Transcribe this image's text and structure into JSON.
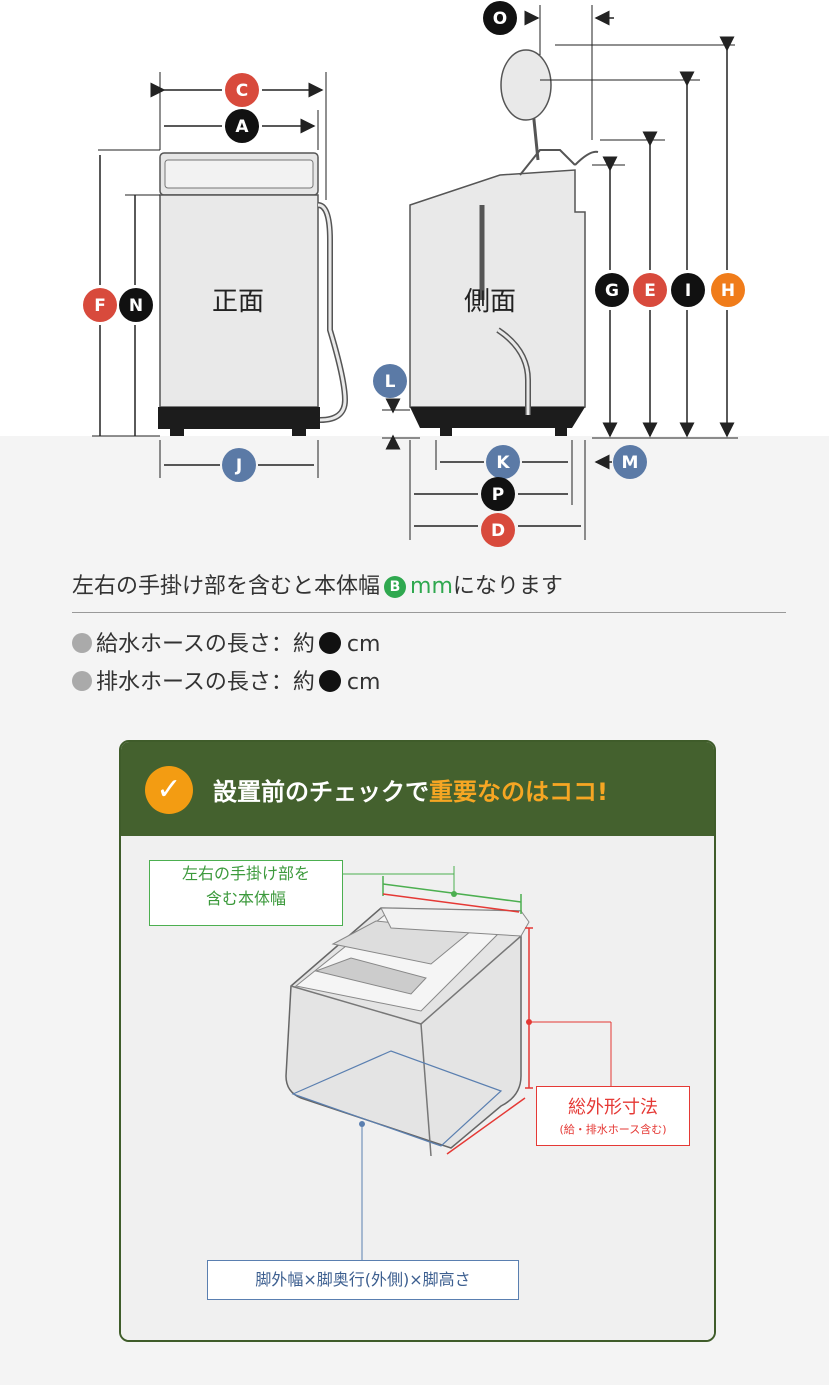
{
  "diagram": {
    "front_label": "正面",
    "side_label": "側面",
    "dimension_letters": {
      "A": "A",
      "C": "C",
      "F": "F",
      "N": "N",
      "J": "J",
      "O": "O",
      "G": "G",
      "E": "E",
      "I": "I",
      "H": "H",
      "L": "L",
      "K": "K",
      "M": "M",
      "P": "P",
      "D": "D"
    }
  },
  "note": {
    "prefix": "左右の手掛け部を含むと本体幅",
    "badge": "B",
    "unit": "mm",
    "suffix": "になります"
  },
  "hoses": [
    {
      "label": "給水ホースの長さ：約",
      "unit": "cm"
    },
    {
      "label": "排水ホースの長さ：約",
      "unit": "cm"
    }
  ],
  "panel": {
    "title_prefix": "設置前のチェックで",
    "title_highlight": "重要なのはココ!",
    "width_label_line1": "左右の手掛け部を",
    "width_label_line2": "含む本体幅",
    "total_label": "総外形寸法",
    "total_sub": "(給・排水ホース含む)",
    "feet_label": "脚外幅×脚奥行(外側)×脚高さ"
  },
  "colors": {
    "red": "#e53935",
    "orange": "#f07c1a",
    "blue_gray": "#5b7aa6",
    "black": "#111111",
    "green": "#2fa84f",
    "panel_green": "#44612e",
    "check_orange": "#f39c12"
  }
}
